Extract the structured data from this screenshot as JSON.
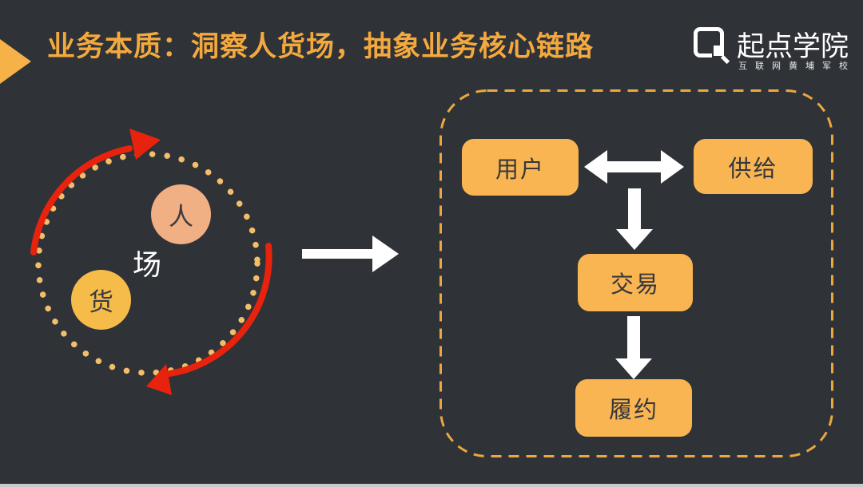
{
  "slide": {
    "title": "业务本质：洞察人货场，抽象业务核心链路",
    "colors": {
      "background": "#2F3237",
      "title_orange": "#F3A93D",
      "triangle_orange": "#F6B148",
      "node_fill": "#F8B552",
      "dashed_frame": "#ECA83F",
      "dot_circle": "#F2BE6A",
      "red_arrow": "#E8230D",
      "person_circle_fill": "#F1AF84",
      "goods_circle_fill": "#F5BC4A",
      "arrow_white": "#FFFFFF"
    }
  },
  "logo": {
    "icon_name": "qidian-square-q-icon",
    "name": "起点学院",
    "tagline": "互联网黄埔军校"
  },
  "cycle_diagram": {
    "person_label": "人",
    "goods_label": "货",
    "venue_label": "场"
  },
  "flowchart": {
    "nodes": [
      {
        "id": "user",
        "label": "用户"
      },
      {
        "id": "supply",
        "label": "供给"
      },
      {
        "id": "trade",
        "label": "交易"
      },
      {
        "id": "fulfill",
        "label": "履约"
      }
    ],
    "edges": [
      {
        "from": "user",
        "to": "supply",
        "type": "bidirectional"
      },
      {
        "from": "user-supply",
        "to": "trade",
        "type": "down"
      },
      {
        "from": "trade",
        "to": "fulfill",
        "type": "down"
      }
    ]
  }
}
